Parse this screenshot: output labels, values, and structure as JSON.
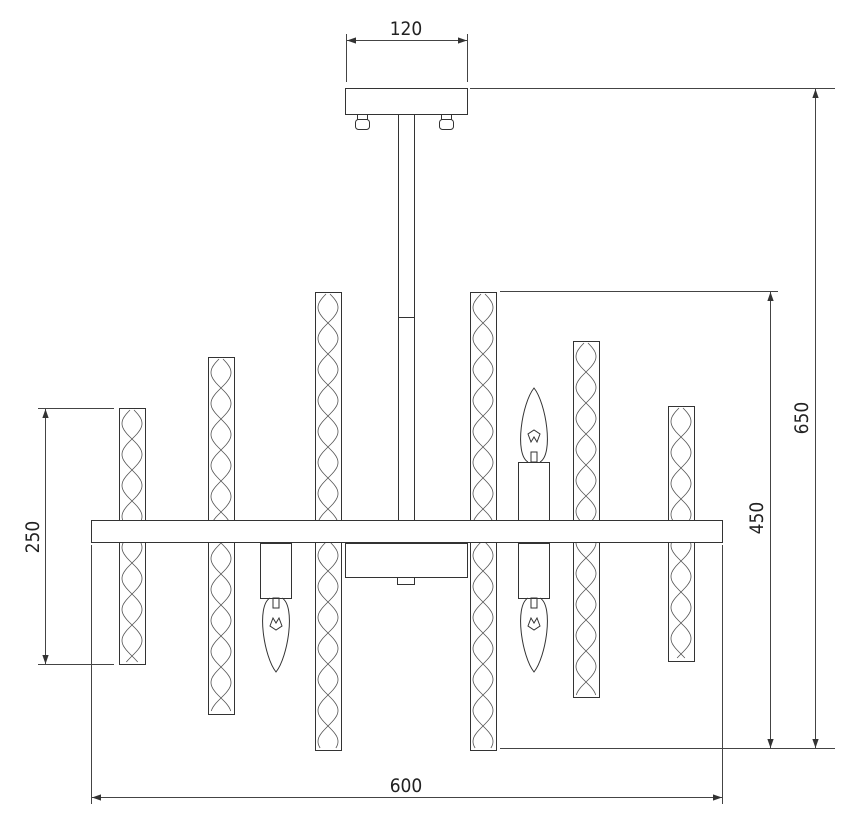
{
  "drawing": {
    "subject": "chandelier",
    "dimensions": {
      "canopy_width": "120",
      "total_height": "650",
      "rod_height": "450",
      "short_rod_height": "250",
      "total_width": "600"
    },
    "colors": {
      "line": "#333333",
      "background": "#ffffff"
    }
  }
}
